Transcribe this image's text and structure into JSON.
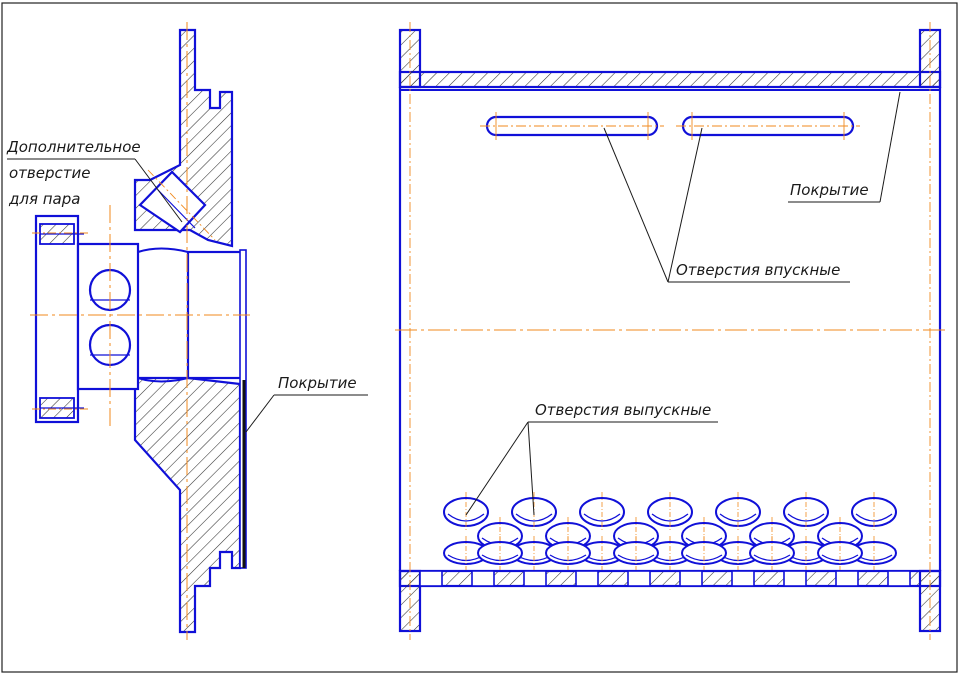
{
  "colors": {
    "outline": "#1010d8",
    "centerline": "#f08a1e",
    "hatch": "#333333",
    "leader": "#1a1a1a",
    "frame": "#222222",
    "background": "#ffffff"
  },
  "labels": {
    "extra_hole_line1": "Дополнительное",
    "extra_hole_line2": "отверстие",
    "extra_hole_line3": "для пара",
    "coating_left": "Покрытие",
    "coating_right": "Покрытие",
    "inlet_holes": "Отверстия впускные",
    "outlet_holes": "Отверстия выпускные"
  }
}
